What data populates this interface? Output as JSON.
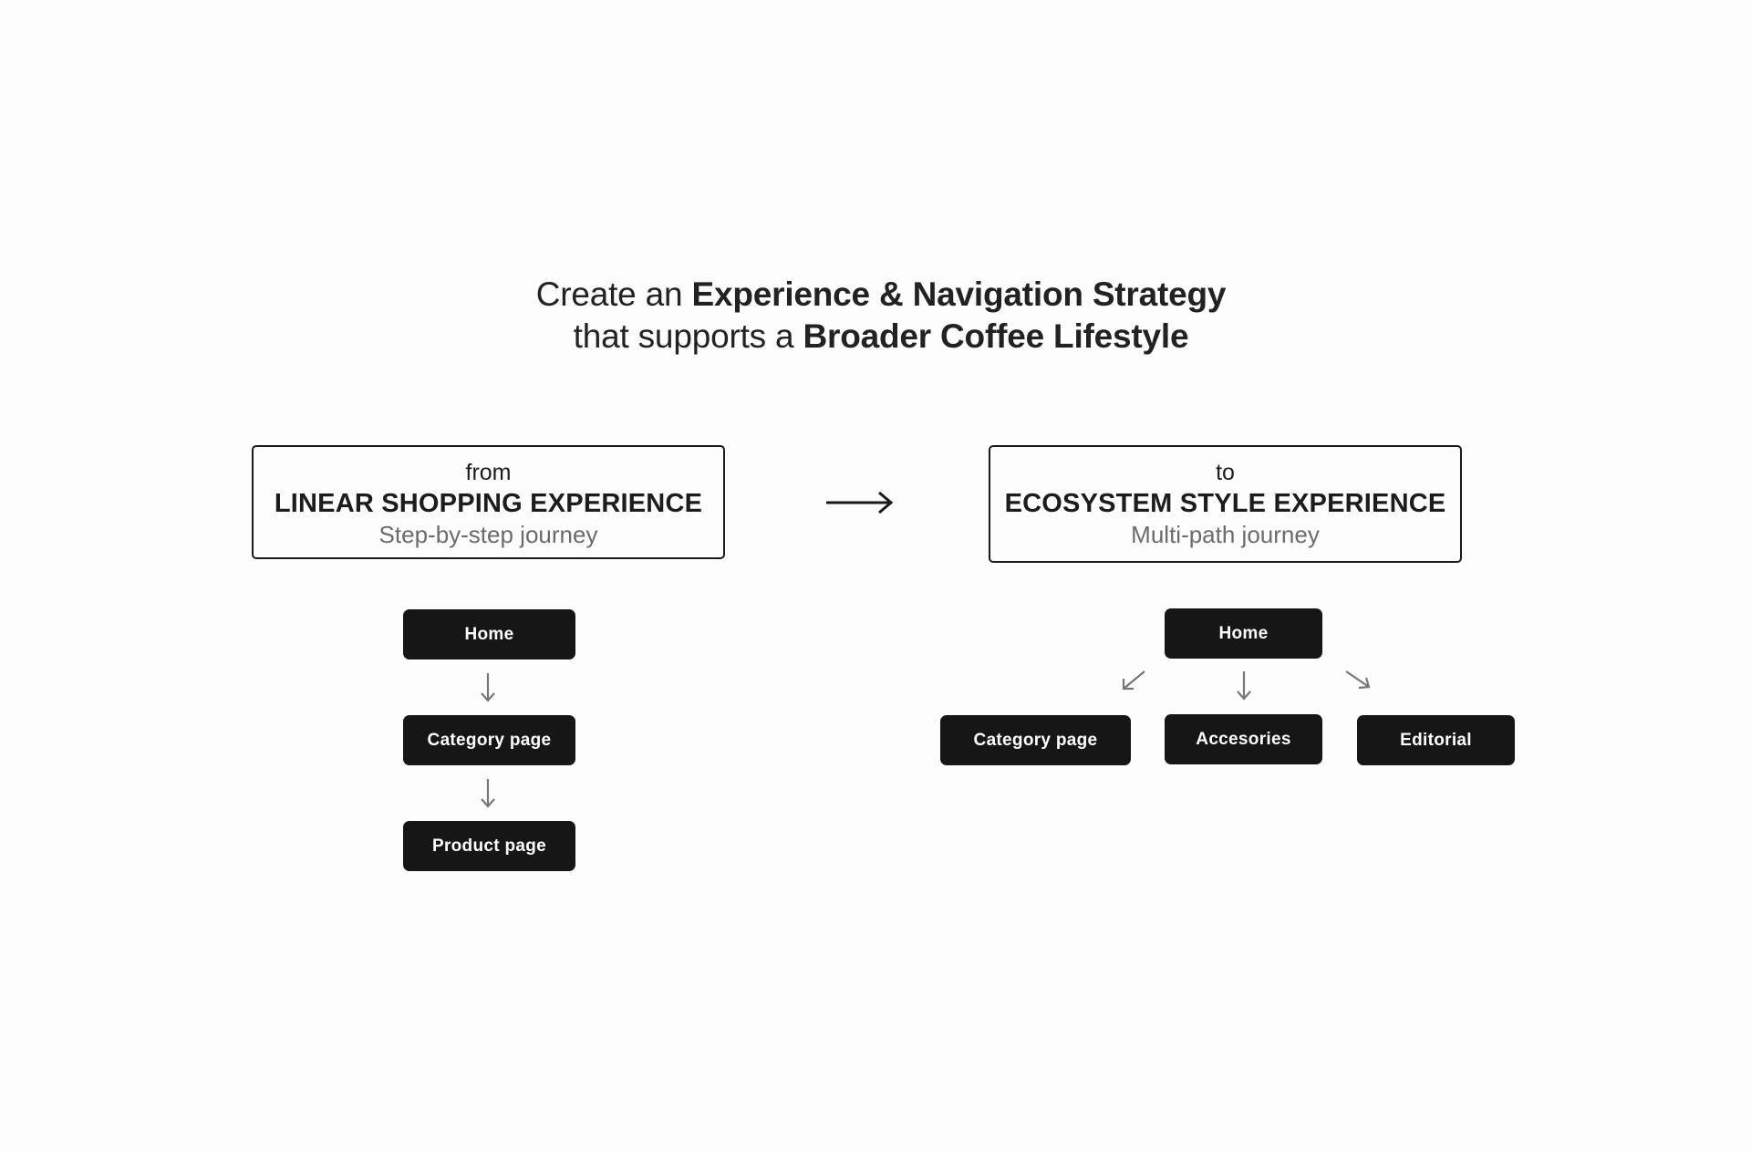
{
  "headline": {
    "line1_plain": "Create an ",
    "line1_bold": "Experience & Navigation Strategy",
    "line2_plain": "that supports a ",
    "line2_bold": "Broader Coffee Lifestyle"
  },
  "left": {
    "pre": "from",
    "title": "LINEAR SHOPPING EXPERIENCE",
    "subtitle": "Step-by-step journey",
    "nodes": [
      "Home",
      "Category page",
      "Product page"
    ]
  },
  "right": {
    "pre": "to",
    "title": "ECOSYSTEM STYLE EXPERIENCE",
    "subtitle": "Multi-path journey",
    "root": "Home",
    "children": [
      "Category page",
      "Accesories",
      "Editorial"
    ]
  },
  "colors": {
    "background": "#fdfdfd",
    "node_fill": "#161616",
    "node_text": "#ffffff",
    "subtitle_text": "#6b6b6b",
    "arrow_gray": "#777777"
  }
}
